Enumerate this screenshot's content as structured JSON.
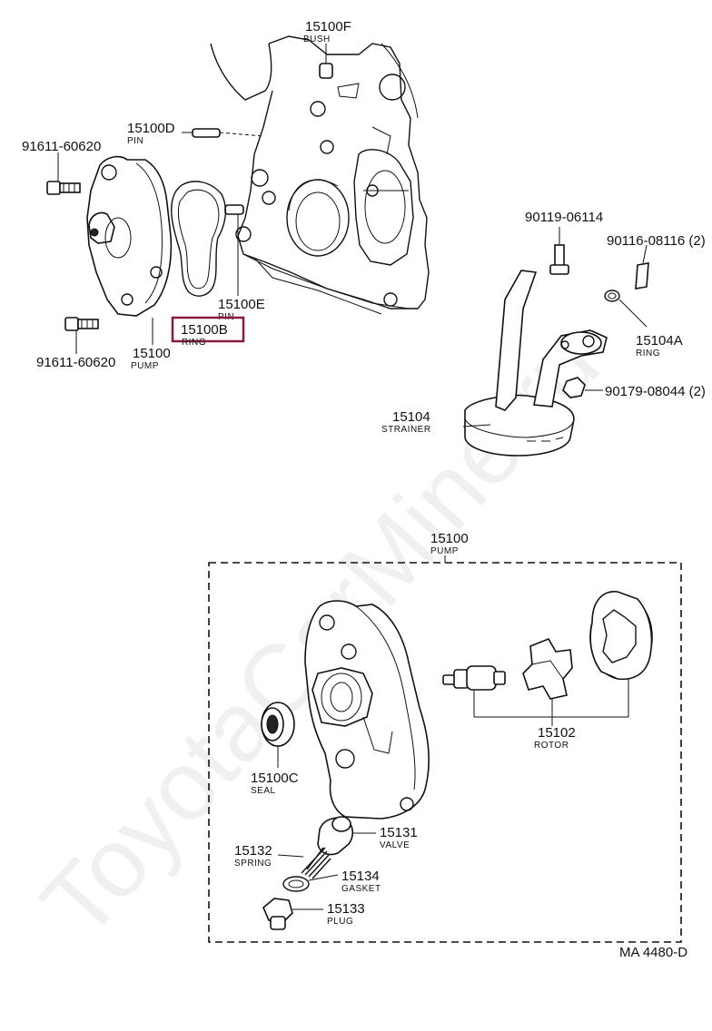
{
  "watermark": "ToyotaCarMine.ru",
  "diagram_code": "MA  4480-D",
  "highlight_color": "#8b1a3c",
  "labels": {
    "p15100F": {
      "num": "15100F",
      "name": "BUSH"
    },
    "p15100D": {
      "num": "15100D",
      "name": "PIN"
    },
    "p91611a": {
      "num": "91611-60620"
    },
    "p15100E": {
      "num": "15100E",
      "name": "PIN"
    },
    "p15100B": {
      "num": "15100B",
      "name": "RING"
    },
    "p15100": {
      "num": "15100",
      "name": "PUMP"
    },
    "p91611b": {
      "num": "91611-60620"
    },
    "p90119": {
      "num": "90119-06114"
    },
    "p90116": {
      "num": "90116-08116 (2)"
    },
    "p15104A": {
      "num": "15104A",
      "name": "RING"
    },
    "p90179": {
      "num": "90179-08044 (2)"
    },
    "p15104": {
      "num": "15104",
      "name": "STRAINER"
    },
    "pPumpBox": {
      "num": "15100",
      "name": "PUMP"
    },
    "p15102": {
      "num": "15102",
      "name": "ROTOR"
    },
    "p15100C": {
      "num": "15100C",
      "name": "SEAL"
    },
    "p15131": {
      "num": "15131",
      "name": "VALVE"
    },
    "p15132": {
      "num": "15132",
      "name": "SPRING"
    },
    "p15134": {
      "num": "15134",
      "name": "GASKET"
    },
    "p15133": {
      "num": "15133",
      "name": "PLUG"
    }
  }
}
